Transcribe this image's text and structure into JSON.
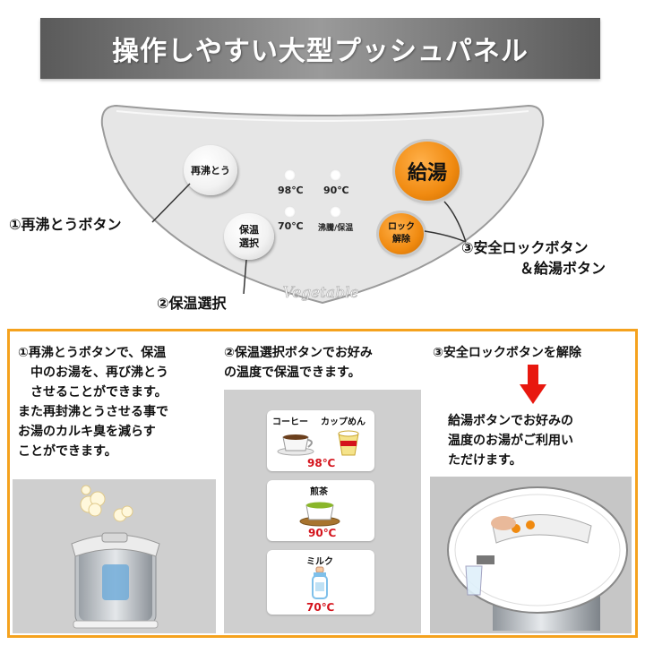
{
  "header": {
    "title": "操作しやすい大型プッシュパネル"
  },
  "panel": {
    "reboil_button": "再沸とう",
    "keep_warm_button": [
      "保温",
      "選択"
    ],
    "dispense_button": "給湯",
    "lock_button": [
      "ロック",
      "解除"
    ],
    "temps": {
      "t98": "98℃",
      "t90": "90℃",
      "t70": "70℃",
      "reboil_keep": "沸騰/保温"
    },
    "brand": "Vegetable"
  },
  "callouts": {
    "reboil": "①再沸とうボタン",
    "keep_warm": "②保温選択",
    "lock_line1": "③安全ロックボタン",
    "lock_line2": "＆給湯ボタン"
  },
  "columns": [
    {
      "lines": [
        "①再沸とうボタンで、保温",
        "中のお湯を、再び沸とう",
        "させることができます。",
        "また再封沸とうさせる事で",
        "お湯のカルキ臭を減らす",
        "ことができます。"
      ]
    },
    {
      "lines": [
        "②保温選択ボタンでお好み",
        "の温度で保温できます。"
      ],
      "cards": [
        {
          "labels": [
            "コーヒー",
            "カップめん"
          ],
          "temp": "98℃"
        },
        {
          "labels": [
            "煎茶"
          ],
          "temp": "90℃"
        },
        {
          "labels": [
            "ミルク"
          ],
          "temp": "70℃"
        }
      ]
    },
    {
      "lines": [
        "③安全ロックボタンを解除"
      ],
      "sub_lines": [
        "給湯ボタンでお好みの",
        "温度のお湯がご利用い",
        "ただけます。"
      ]
    }
  ],
  "colors": {
    "accent_orange": "#f5a21e",
    "arrow_red": "#e8180f",
    "temp_red": "#d4121b"
  }
}
